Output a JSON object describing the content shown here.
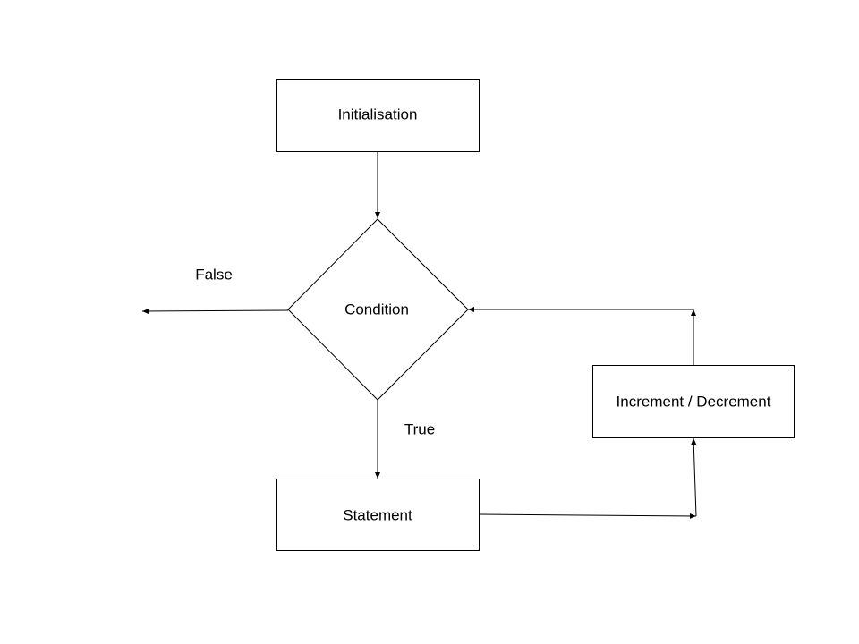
{
  "diagram": {
    "nodes": {
      "initialisation": {
        "label": "Initialisation",
        "shape": "rectangle"
      },
      "condition": {
        "label": "Condition",
        "shape": "diamond"
      },
      "statement": {
        "label": "Statement",
        "shape": "rectangle"
      },
      "increment": {
        "label": "Increment / Decrement",
        "shape": "rectangle"
      }
    },
    "edges": [
      {
        "from": "initialisation",
        "to": "condition",
        "label": ""
      },
      {
        "from": "condition",
        "to": "exit",
        "label": "False"
      },
      {
        "from": "condition",
        "to": "statement",
        "label": "True"
      },
      {
        "from": "statement",
        "to": "increment",
        "label": ""
      },
      {
        "from": "increment",
        "to": "condition",
        "label": ""
      }
    ],
    "edge_labels": {
      "false_label": "False",
      "true_label": "True"
    },
    "colors": {
      "stroke": "#000000",
      "fill": "#ffffff",
      "background": "#ffffff"
    }
  }
}
